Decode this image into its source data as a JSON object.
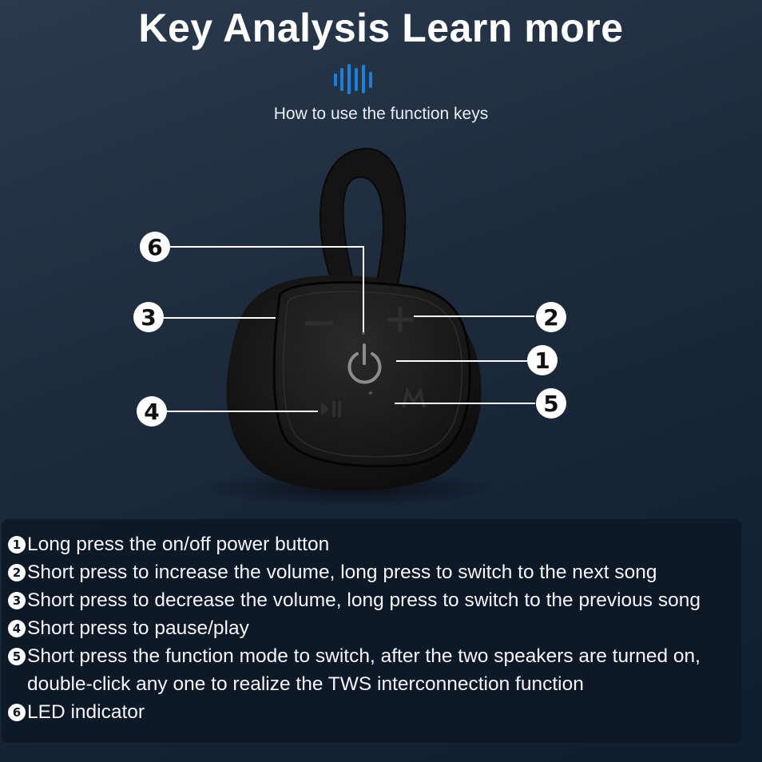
{
  "header": {
    "title": "Key Analysis Learn more",
    "subtitle": "How to use the function keys"
  },
  "callouts": [
    "1",
    "2",
    "3",
    "4",
    "5",
    "6"
  ],
  "steps": [
    {
      "num": "1",
      "text": "Long press the on/off power button"
    },
    {
      "num": "2",
      "text": "Short press to increase the volume, long press to switch to the next song"
    },
    {
      "num": "3",
      "text": "Short press to decrease the volume, long press to switch to the previous song"
    },
    {
      "num": "4",
      "text": "Short press to pause/play"
    },
    {
      "num": "5",
      "text": "Short press the function mode to switch, after the two speakers are turned on,\n double-click any one to realize the TWS interconnection function"
    },
    {
      "num": "6",
      "text": "LED indicator"
    }
  ],
  "colors": {
    "accent": "#1e7fd6",
    "background": "#1a2839",
    "speaker": "#151515"
  }
}
